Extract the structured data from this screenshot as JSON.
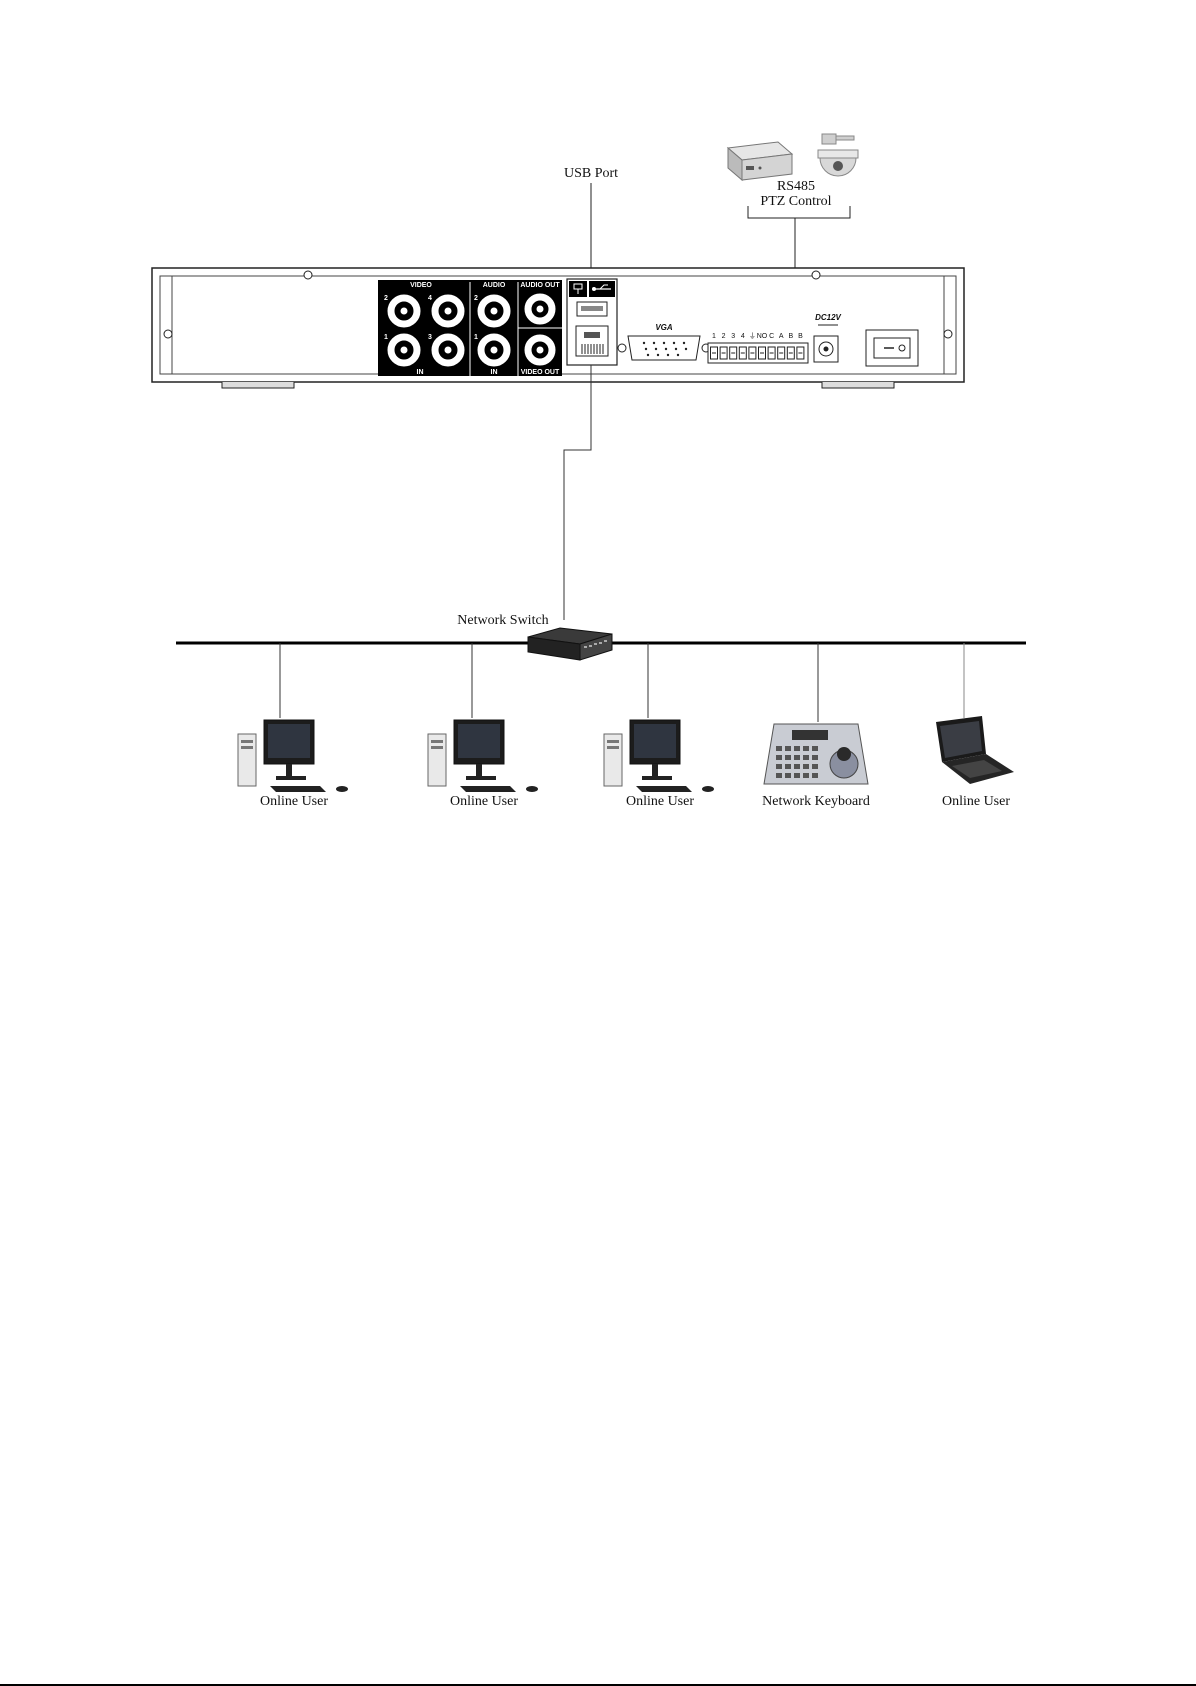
{
  "labels": {
    "usb_port": "USB Port",
    "rs485": "RS485",
    "ptz_control": "PTZ Control",
    "network_switch": "Network Switch",
    "network_keyboard": "Network Keyboard",
    "online_user": "Online User"
  },
  "panel": {
    "video": "VIDEO",
    "audio": "AUDIO",
    "audio_out": "AUDIO OUT",
    "video_out": "VIDEO OUT",
    "in_video": "IN",
    "in_audio": "IN",
    "vga": "VGA",
    "dc": "DC12V",
    "ch2": "2",
    "ch4": "4",
    "ch1": "1",
    "ch3": "3",
    "a2": "2",
    "a1": "1",
    "terminals": [
      "1",
      "2",
      "3",
      "4",
      "⏚",
      "NO",
      "C",
      "A",
      "B",
      "B"
    ]
  },
  "devices": [
    {
      "type": "desktop",
      "label": "Online User"
    },
    {
      "type": "desktop",
      "label": "Online User"
    },
    {
      "type": "desktop",
      "label": "Online User"
    },
    {
      "type": "keyboard",
      "label": "Network Keyboard"
    },
    {
      "type": "laptop",
      "label": "Online User"
    }
  ],
  "icons": {
    "usb": "usb-icon",
    "network": "network-icon",
    "camera": "speed-dome-camera-icon",
    "decoder": "ptz-decoder-icon",
    "switch": "network-switch-icon"
  }
}
